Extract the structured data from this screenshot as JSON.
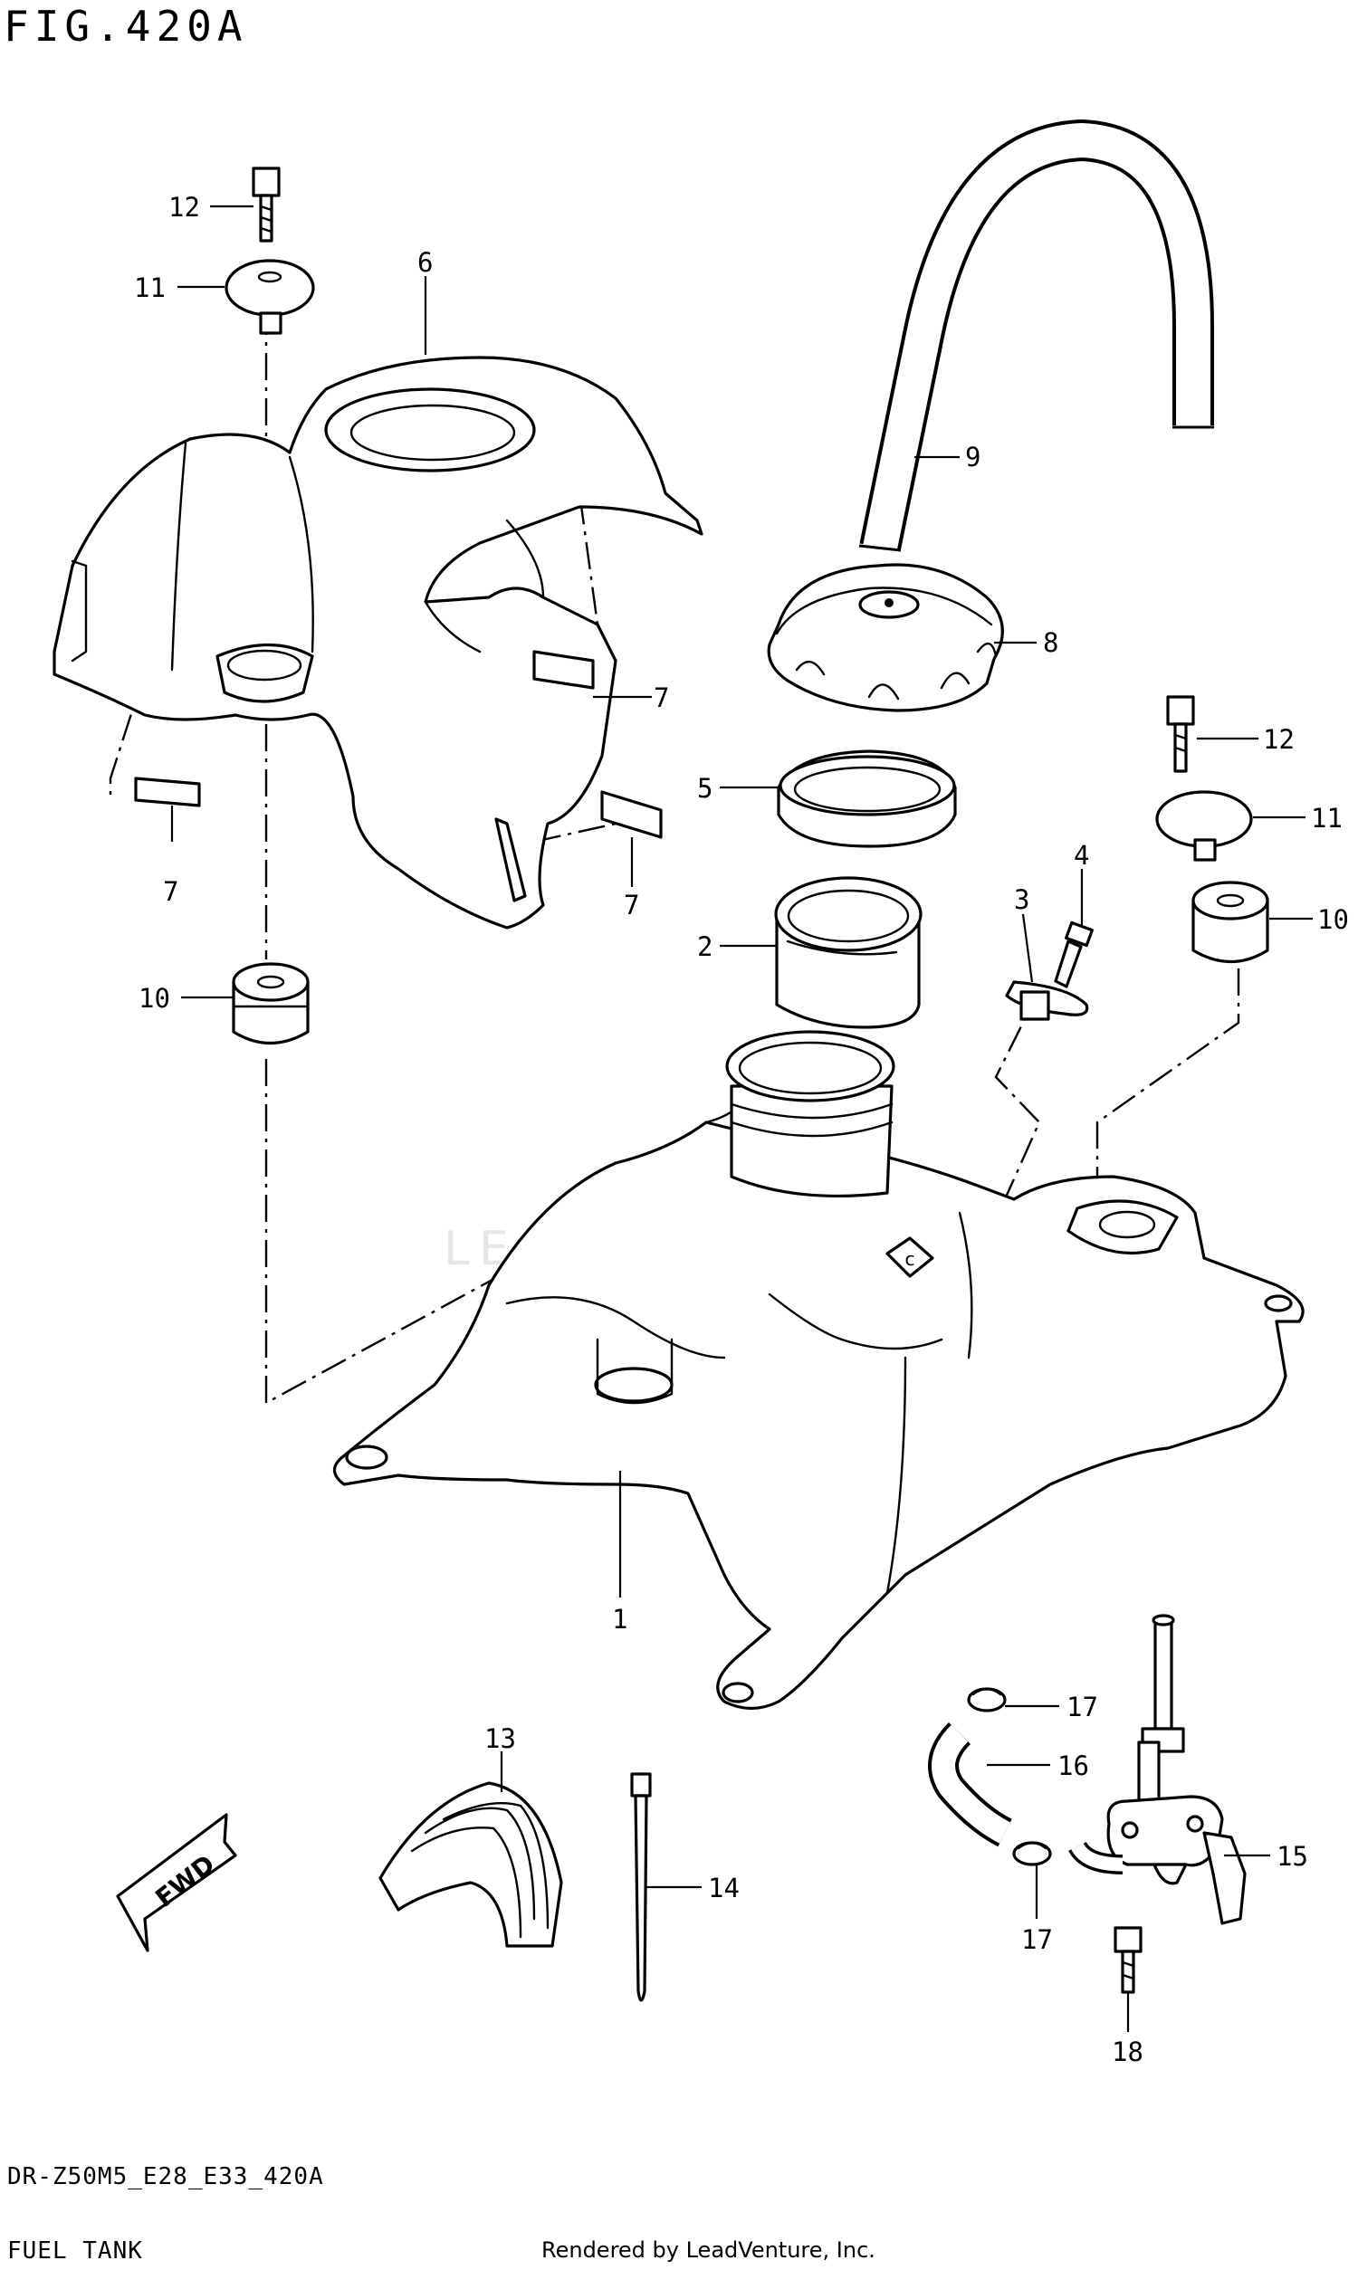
{
  "figure": {
    "title": "FIG.420A",
    "drawing_code": "DR-Z50M5_E28_E33_420A",
    "section_name": "FUEL TANK",
    "render_credit": "Rendered by LeadVenture, Inc.",
    "watermark": "LEADVENTURE",
    "fwd_arrow_label": "FWD"
  },
  "callouts": {
    "c1": "1",
    "c2": "2",
    "c3": "3",
    "c4": "4",
    "c5": "5",
    "c6": "6",
    "c7a": "7",
    "c7b": "7",
    "c7c": "7",
    "c8": "8",
    "c9": "9",
    "c10a": "10",
    "c10b": "10",
    "c11a": "11",
    "c11b": "11",
    "c12a": "12",
    "c12b": "12",
    "c13": "13",
    "c14": "14",
    "c15": "15",
    "c16": "16",
    "c17a": "17",
    "c17b": "17",
    "c18": "18"
  },
  "parts": [
    {
      "ref": "1",
      "icon": "fuel-tank-icon"
    },
    {
      "ref": "2",
      "icon": "filler-neck-icon"
    },
    {
      "ref": "3",
      "icon": "bracket-icon"
    },
    {
      "ref": "4",
      "icon": "screw-icon"
    },
    {
      "ref": "5",
      "icon": "seal-ring-icon"
    },
    {
      "ref": "6",
      "icon": "tank-cover-icon"
    },
    {
      "ref": "7",
      "icon": "cushion-pad-icon"
    },
    {
      "ref": "8",
      "icon": "fuel-cap-icon"
    },
    {
      "ref": "9",
      "icon": "breather-hose-icon"
    },
    {
      "ref": "10",
      "icon": "grommet-icon"
    },
    {
      "ref": "11",
      "icon": "washer-icon"
    },
    {
      "ref": "12",
      "icon": "bolt-icon"
    },
    {
      "ref": "13",
      "icon": "rubber-cushion-icon"
    },
    {
      "ref": "14",
      "icon": "cable-tie-icon"
    },
    {
      "ref": "15",
      "icon": "fuel-cock-icon"
    },
    {
      "ref": "16",
      "icon": "fuel-hose-icon"
    },
    {
      "ref": "17",
      "icon": "hose-clamp-icon"
    },
    {
      "ref": "18",
      "icon": "bolt-icon"
    }
  ]
}
